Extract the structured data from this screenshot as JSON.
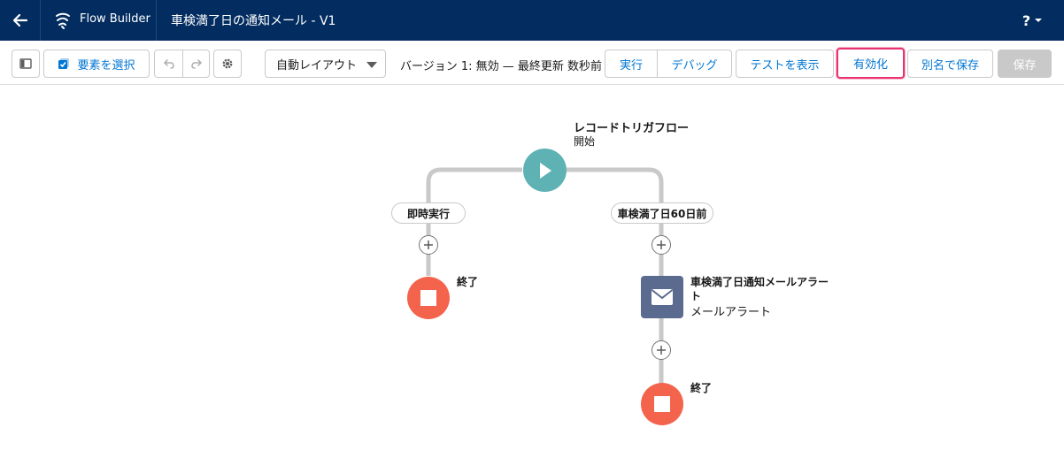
{
  "header": {
    "app_name": "Flow Builder",
    "flow_title": "車検満了日の通知メール - V1",
    "help_label": "?"
  },
  "toolbar": {
    "select_elements_label": "要素を選択",
    "layout_select_value": "自動レイアウト",
    "version_text": "バージョン 1: 無効 — 最終更新 数秒前",
    "run_label": "実行",
    "debug_label": "デバッグ",
    "view_tests_label": "テストを表示",
    "activate_label": "有効化",
    "save_as_label": "別名で保存",
    "save_label": "保存"
  },
  "canvas": {
    "start": {
      "title": "レコードトリガフロー",
      "subtitle": "開始"
    },
    "branches": [
      {
        "label": "即時実行",
        "end_label": "終了"
      },
      {
        "label": "車検満了日60日前",
        "action_title": "車検満了日通知メールアラー",
        "action_title_cont": "ト",
        "action_subtitle": "メールアラート",
        "end_label": "終了"
      }
    ]
  },
  "colors": {
    "header_bg": "#032d60",
    "start_node": "#5fb2b4",
    "end_node": "#f4634c",
    "email_node": "#5b6b8f",
    "activate_highlight": "#e8336f",
    "connector": "#c9c9c9"
  },
  "icons": {
    "back": "arrow-left-icon",
    "app": "flow-builder-icon",
    "panel": "panel-toggle-icon",
    "select": "checkbox-select-icon",
    "undo": "undo-icon",
    "redo": "redo-icon",
    "settings": "gear-icon",
    "start": "play-icon",
    "end": "stop-icon",
    "email": "envelope-icon",
    "add": "plus-icon"
  }
}
